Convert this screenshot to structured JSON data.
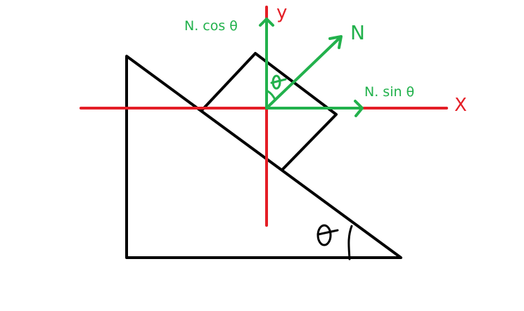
{
  "colors": {
    "background": "#ffffff",
    "structure": "#000000",
    "axes": "#e41e26",
    "forces": "#22b14c"
  },
  "labels": {
    "y_axis": "y",
    "x_axis": "X",
    "normal_force": "N",
    "vertical_component": "N. cos θ",
    "horizontal_component": "N. sin θ",
    "angle_force": "θ",
    "angle_incline": "θ"
  }
}
